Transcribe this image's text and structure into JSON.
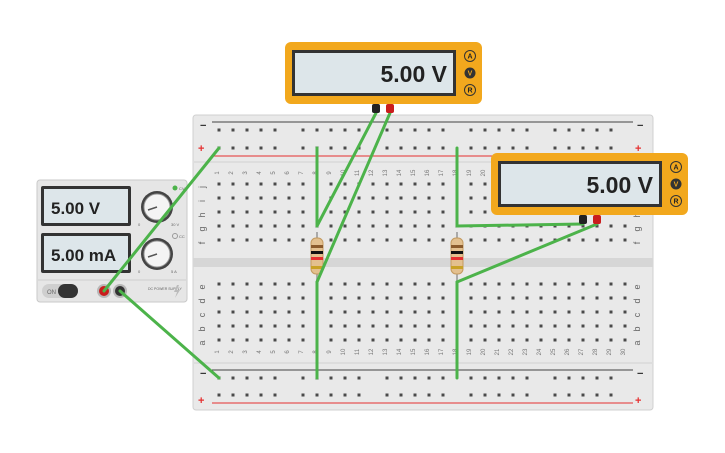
{
  "power_supply": {
    "voltage_display": "5.00 V",
    "current_display": "5.00 mA",
    "voltage_knob_min": "0",
    "voltage_knob_max": "30 V",
    "current_knob_min": "0",
    "current_knob_max": "5 A",
    "cv_label": "CV",
    "cc_label": "CC",
    "on_label": "ON",
    "brand_label": "DC POWER SUPPLY"
  },
  "multimeters": [
    {
      "display": "5.00 V",
      "modes": [
        "A",
        "V",
        "R"
      ],
      "active_mode": "V"
    },
    {
      "display": "5.00 V",
      "modes": [
        "A",
        "V",
        "R"
      ],
      "active_mode": "V"
    }
  ],
  "breadboard": {
    "top_row_labels": [
      "j",
      "i",
      "h",
      "g",
      "f"
    ],
    "bottom_row_labels": [
      "e",
      "d",
      "c",
      "b",
      "a"
    ],
    "column_numbers": [
      "1",
      "2",
      "3",
      "4",
      "5",
      "6",
      "7",
      "8",
      "9",
      "10",
      "11",
      "12",
      "13",
      "14",
      "15",
      "16",
      "17",
      "18",
      "19",
      "20",
      "21",
      "22",
      "23",
      "24",
      "25",
      "26",
      "27",
      "28",
      "29",
      "30"
    ],
    "plus_sign": "+",
    "minus_sign": "−"
  },
  "colors": {
    "wire": "#4cb34a",
    "multimeter_frame": "#f2a81d",
    "lcd": "#dde6ea",
    "breadboard": "#e9e9e9",
    "power_supply_body": "#e6e6e6",
    "probe_red": "#c91d1d",
    "probe_black": "#222222"
  }
}
